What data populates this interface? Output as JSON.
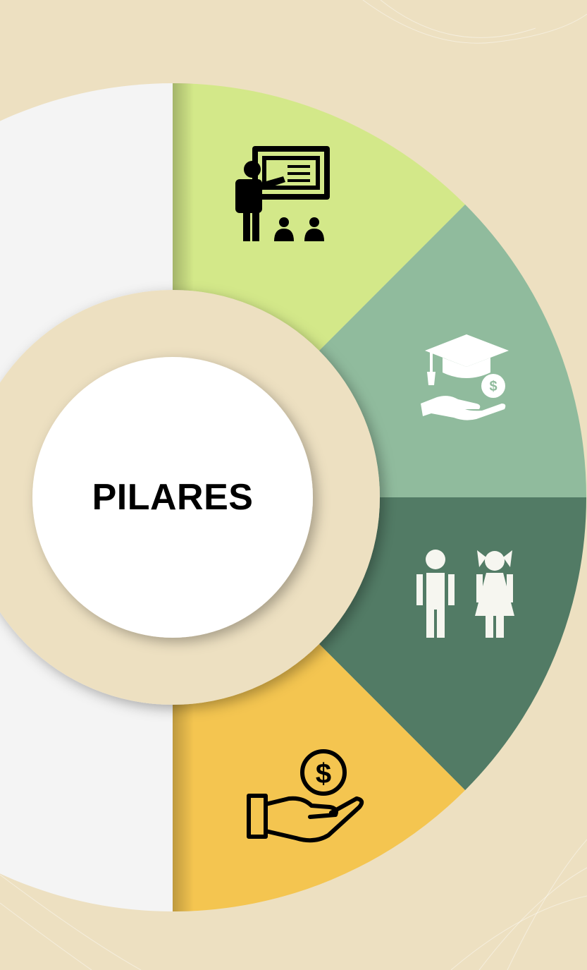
{
  "diagram": {
    "center_label": "PILARES",
    "colors": {
      "background": "#ede0c1",
      "left_panel": "#f4f4f4",
      "inner_ring": "#ede0c1",
      "center_circle": "#ffffff"
    },
    "segments": [
      {
        "id": "education",
        "icon": "teacher-presentation-icon",
        "color": "#d3e889",
        "icon_color": "#000000"
      },
      {
        "id": "scholarship",
        "icon": "graduation-cap-hand-money-icon",
        "color": "#90bb9d",
        "icon_color": "#ffffff"
      },
      {
        "id": "children",
        "icon": "boy-girl-icon",
        "color": "#527b65",
        "icon_color": "#f6f6f0"
      },
      {
        "id": "financial-support",
        "icon": "hand-money-icon",
        "color": "#f4c550",
        "icon_color": "#000000"
      }
    ]
  }
}
